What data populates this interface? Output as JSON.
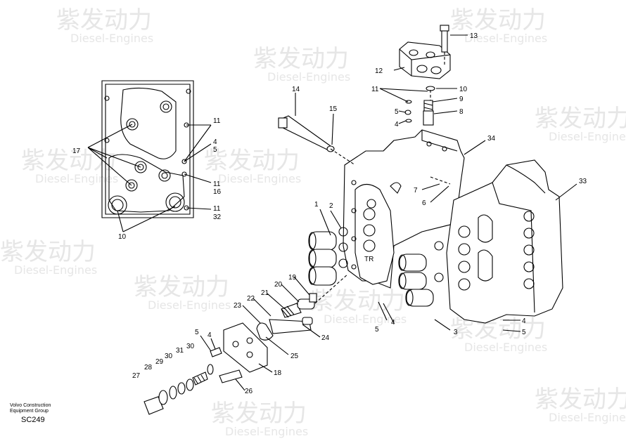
{
  "watermark": {
    "brand_cn": "紫发动力",
    "brand_en": "Diesel-Engines"
  },
  "caption": {
    "line1": "Volvo Construction",
    "line2": "Equipment Group",
    "code": "SC249"
  },
  "labels": {
    "n1": "1",
    "n2": "2",
    "n3": "3",
    "n4a": "4",
    "n4b": "4",
    "n4c": "4",
    "n4d": "4",
    "n4e": "4",
    "n5a": "5",
    "n5b": "5",
    "n5c": "5",
    "n5d": "5",
    "n5e": "5",
    "n6": "6",
    "n7": "7",
    "n8": "8",
    "n9": "9",
    "n10a": "10",
    "n10b": "10",
    "n11a": "11",
    "n11b": "11",
    "n11c": "11",
    "n11d": "11",
    "n12": "12",
    "n13": "13",
    "n14": "14",
    "n15": "15",
    "n16": "16",
    "n17": "17",
    "n18": "18",
    "n19": "19",
    "n20": "20",
    "n21": "21",
    "n22": "22",
    "n23": "23",
    "n24": "24",
    "n25": "25",
    "n26": "26",
    "n27": "27",
    "n28": "28",
    "n29": "29",
    "n30a": "30",
    "n30b": "30",
    "n31": "31",
    "n32": "32",
    "n33": "33",
    "n34": "34",
    "tr": "TR"
  }
}
